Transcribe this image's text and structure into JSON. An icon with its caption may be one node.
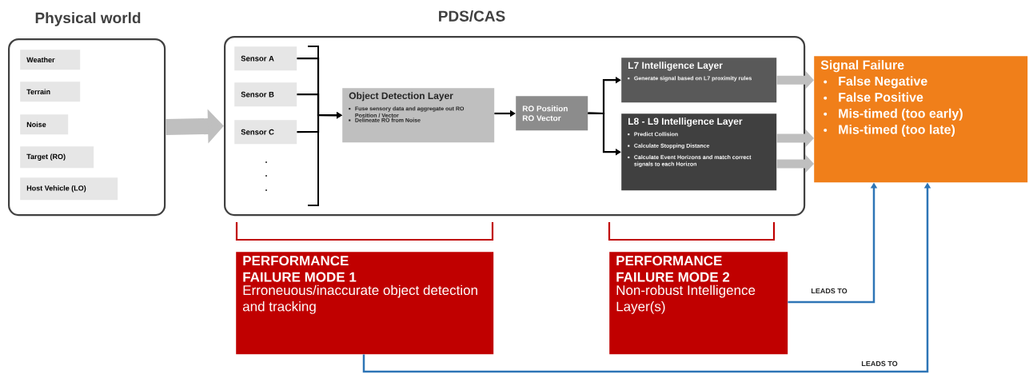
{
  "diagram": {
    "nodes": [
      {
        "text": [
          "Physical world"
        ]
      },
      {
        "text": [
          "Weather"
        ],
        "in": 0
      },
      {
        "text": [
          "Terrain"
        ],
        "in": 0
      },
      {
        "text": [
          "Noise"
        ],
        "in": 0
      },
      {
        "text": [
          "Target (RO)"
        ],
        "in": 0
      },
      {
        "text": [
          "Host Vehicle (LO)"
        ],
        "in": 0
      },
      {
        "text": [
          "PDS/CAS"
        ]
      },
      {
        "text": [
          "Sensor A"
        ],
        "in": 6
      },
      {
        "text": [
          "Sensor B"
        ],
        "in": 6
      },
      {
        "text": [
          "Sensor C"
        ],
        "in": 6
      },
      {
        "text": [
          "Object Detection Layer",
          "Fuse sensory data and aggregate out RO Position / Vector",
          "Delineate RO from Noise"
        ],
        "in": 6
      },
      {
        "text": [
          "RO Position",
          "RO Vector"
        ],
        "in": 6
      },
      {
        "text": [
          "L7 Intelligence Layer",
          "Generate signal based on L7 proximity rules"
        ],
        "in": 6
      },
      {
        "text": [
          "L8 - L9 Intelligence Layer",
          "Predict Collision",
          "Calculate Stopping Distance",
          "Calculate Event Horizons and match correct signals to each Horizon"
        ],
        "in": 6
      },
      {
        "text": [
          "Signal Failure",
          "False Negative",
          "False Positive",
          "Mis-timed (too early)",
          "Mis-timed (too late)"
        ]
      },
      {
        "text": [
          "PERFORMANCE FAILURE MODE 1",
          "Erroneuous/inaccurate object detection and tracking"
        ]
      },
      {
        "text": [
          "PERFORMANCE FAILURE MODE 2",
          "Non-robust Intelligence Layer(s)"
        ]
      }
    ],
    "edges": [
      {
        "from": 0,
        "to": 6,
        "arrow": "to",
        "style": "thick",
        "color": "#bfbfbf"
      },
      {
        "from": 7,
        "to": 10,
        "arrow": "to"
      },
      {
        "from": 8,
        "to": 10,
        "arrow": "to"
      },
      {
        "from": 9,
        "to": 10,
        "arrow": "to"
      },
      {
        "from": 10,
        "to": 11,
        "arrow": "to"
      },
      {
        "from": 11,
        "to": 12,
        "arrow": "to"
      },
      {
        "from": 11,
        "to": 13,
        "arrow": "to"
      },
      {
        "from": 12,
        "to": 14,
        "arrow": "to",
        "style": "thick",
        "color": "#bfbfbf"
      },
      {
        "from": 13,
        "to": 14,
        "arrow": "to",
        "style": "thick",
        "color": "#bfbfbf"
      },
      {
        "from": 13,
        "to": 14,
        "arrow": "to",
        "style": "thick",
        "color": "#bfbfbf"
      },
      {
        "from": 16,
        "to": 14,
        "arrow": "to",
        "label": "LEADS TO",
        "color": "#2e75b6"
      },
      {
        "from": 15,
        "to": 14,
        "arrow": "to",
        "label": "LEADS TO",
        "color": "#2e75b6"
      }
    ]
  }
}
